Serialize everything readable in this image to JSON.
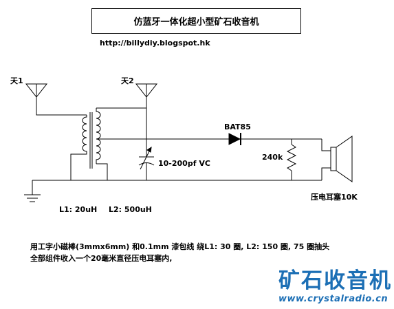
{
  "title": "仿蓝牙一体化超小型矿石收音机",
  "url": "http://billydiy.blogspot.hk",
  "labels": {
    "antenna1": "天1",
    "antenna2": "天2",
    "diode": "BAT85",
    "resistor": "240k",
    "capacitor": "10-200pf VC",
    "l1": "L1: 20uH",
    "l2": "L2: 500uH",
    "earpiece": "压电耳塞10K"
  },
  "notes": {
    "line1": "用工字小磁棒(3mmx6mm) 和0.1mm 漆包线 绕L1: 30 圈, L2: 150 圈, 75 圈抽头",
    "line2": "全部组件收入一个20毫米直径压电耳塞内,"
  },
  "watermark": {
    "brand": "矿石收音机",
    "site": "www.crystalradio.cn",
    "color": "#1c6fb5"
  }
}
